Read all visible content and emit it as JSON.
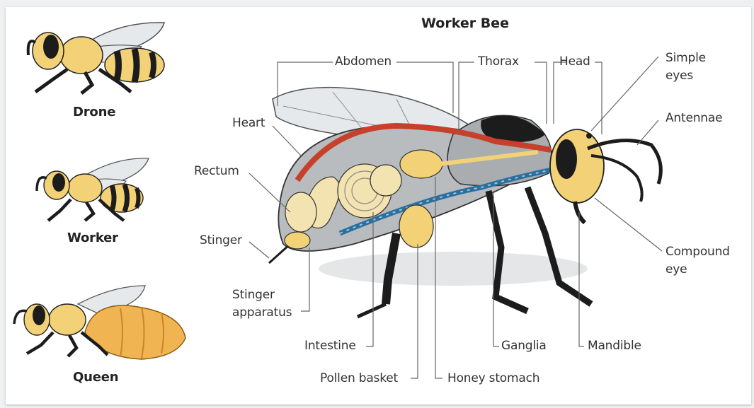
{
  "diagram": {
    "title": "Worker Bee",
    "castes": [
      {
        "key": "drone",
        "label": "Drone"
      },
      {
        "key": "worker",
        "label": "Worker"
      },
      {
        "key": "queen",
        "label": "Queen"
      }
    ],
    "parts": {
      "abdomen": "Abdomen",
      "thorax": "Thorax",
      "head": "Head",
      "simple_eyes_1": "Simple",
      "simple_eyes_2": "eyes",
      "antennae": "Antennae",
      "heart": "Heart",
      "rectum": "Rectum",
      "stinger": "Stinger",
      "stinger_apparatus_1": "Stinger",
      "stinger_apparatus_2": "apparatus",
      "compound_eye_1": "Compound",
      "compound_eye_2": "eye",
      "intestine": "Intestine",
      "ganglia": "Ganglia",
      "mandible": "Mandible",
      "pollen_basket": "Pollen basket",
      "honey_stomach": "Honey stomach"
    },
    "colors": {
      "body_yellow": "#f3d277",
      "dark": "#1c1c1c",
      "abdomen_gray": "#b9bcbe",
      "heart_red": "#c6402b",
      "nerve_blue": "#2b6f9f",
      "queen_orange": "#f0b552",
      "wing": "#e6e9ec"
    }
  }
}
